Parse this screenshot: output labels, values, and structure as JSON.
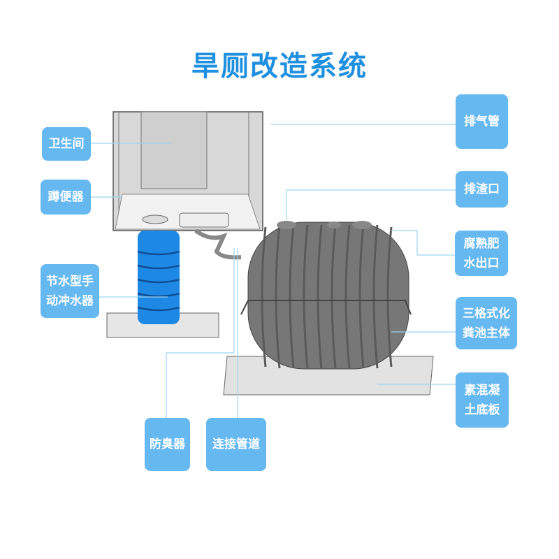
{
  "title": "旱厕改造系统",
  "labels": {
    "toilet_room": "卫生间",
    "squat_toilet": "蹲便器",
    "flusher": "节水型手\n动冲水器",
    "vent_pipe": "排气管",
    "residue_outlet": "排渣口",
    "fertilizer_outlet": "腐熟肥\n水出口",
    "septic_tank": "三格式化\n粪池主体",
    "concrete_base": "素混凝\n土底板",
    "odor_trap": "防臭器",
    "connecting_pipe": "连接管道"
  },
  "colors": {
    "label_bg": "#66b8f0",
    "title": "#1f8fe0",
    "flusher": "#1e88e5",
    "tank": "#6e6e6e"
  }
}
